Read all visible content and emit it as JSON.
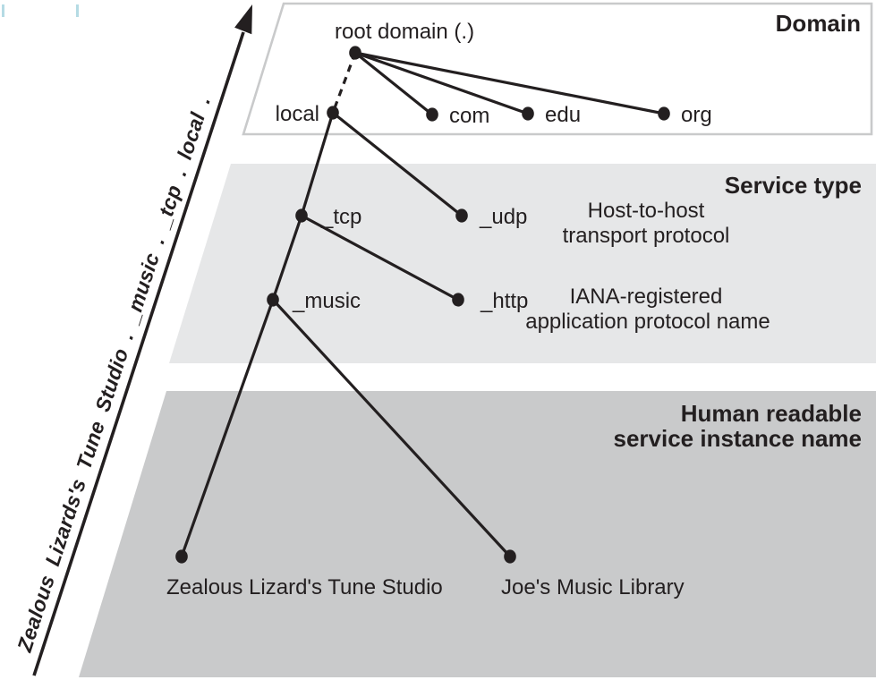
{
  "figure": {
    "axis": {
      "label": "Zealous Lizards's Tune Studio . _music . _tcp . local ."
    },
    "bands": {
      "domain_title": "Domain",
      "service_title": "Service type",
      "instance_title_line1": "Human readable",
      "instance_title_line2": "service instance name"
    },
    "nodes": {
      "root": "root domain (.)",
      "local": "local",
      "com": "com",
      "edu": "edu",
      "org": "org",
      "tcp": "_tcp",
      "udp": "_udp",
      "music": "_music",
      "http": "_http",
      "zealous": "Zealous Lizard's Tune Studio",
      "joes": "Joe's Music Library"
    },
    "notes": {
      "transport_l1": "Host-to-host",
      "transport_l2": "transport protocol",
      "application_l1": "IANA-registered",
      "application_l2": "application protocol name"
    },
    "colors": {
      "ink": "#231f20",
      "band_light": "#e6e7e8",
      "band_dark": "#c9cacb",
      "band_border": "#c9cacb",
      "tick_marks": "#b5dbe4"
    }
  }
}
